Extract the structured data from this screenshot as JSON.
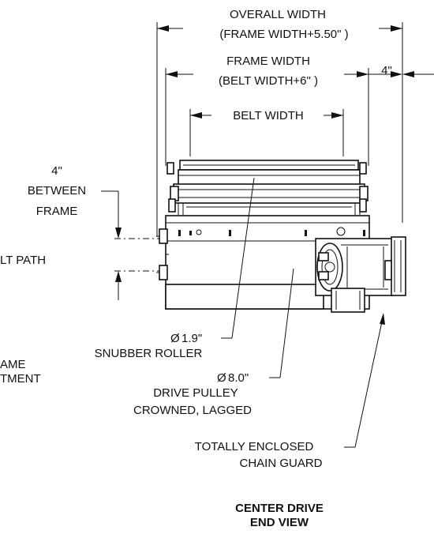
{
  "labels": {
    "overall_width_1": "OVERALL WIDTH",
    "overall_width_2": "(FRAME WIDTH+5.50\" )",
    "frame_width_1": "FRAME WIDTH",
    "frame_width_2": "(BELT WIDTH+6\" )",
    "four_inch_right": "4\"",
    "belt_width": "BELT WIDTH",
    "four_inch_left": "4\"",
    "between": "BETWEEN",
    "frame": "FRAME",
    "belt_path_partial": "LT PATH",
    "snubber_dia": "1.9\"",
    "snubber_roller": "SNUBBER ROLLER",
    "drive_dia": "8.0\"",
    "drive_pulley": "DRIVE PULLEY",
    "crowned_lagged": "CROWNED, LAGGED",
    "frame_partial": "AME",
    "adjustment_partial": "TMENT",
    "totally_enclosed": "TOTALLY ENCLOSED",
    "chain_guard": "CHAIN GUARD",
    "title_1": "CENTER DRIVE",
    "title_2": "END VIEW",
    "diameter_symbol": "Ø"
  }
}
